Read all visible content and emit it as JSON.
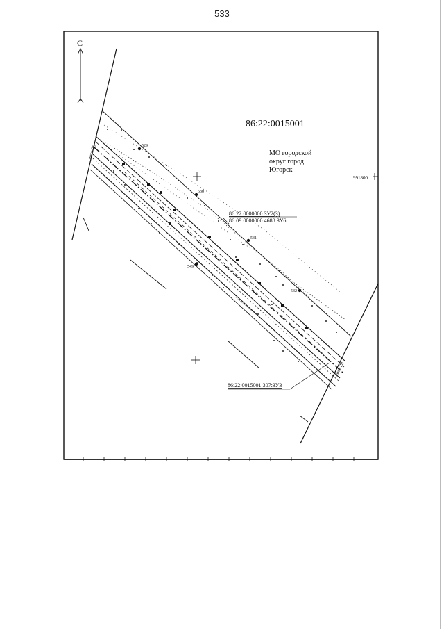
{
  "page_number": "533",
  "north_label": "С",
  "parcel_block_id": "86:22:0015001",
  "municipality": [
    "МО городской",
    "округ город",
    "Югорск"
  ],
  "grid_coord": "991800",
  "sheet_refs": {
    "left": "лист 26",
    "right": "лист 28"
  },
  "parcels": {
    "zu2": "86:22:0000000:ЗУ2(3)",
    "zu6": "86:09:0000000:4688:ЗУ6",
    "zu3": "86:22:0015001:307:ЗУ3"
  },
  "points": [
    {
      "id": "529"
    },
    {
      "id": "530"
    },
    {
      "id": "531"
    },
    {
      "id": "532"
    },
    {
      "id": "549"
    }
  ],
  "colors": {
    "ink": "#111111",
    "paper": "#ffffff"
  }
}
